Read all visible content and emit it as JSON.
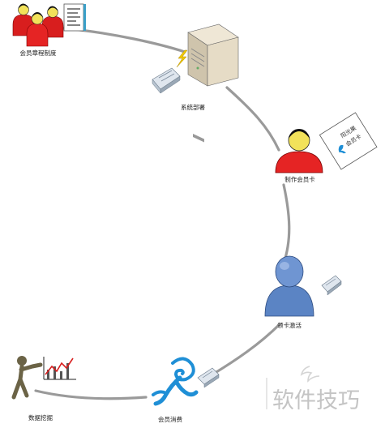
{
  "diagram": {
    "nodes": {
      "member_rules": {
        "label": "会员章程制度"
      },
      "system_deploy": {
        "label": "系统部署"
      },
      "make_card": {
        "label": "制作会员卡"
      },
      "collect_card": {
        "label": "领卡激活"
      },
      "member_spend": {
        "label": "会员消费"
      },
      "data_mining": {
        "label": "数据挖掘"
      }
    },
    "card": {
      "line1": "阳光果",
      "line2": "会员卡"
    },
    "colors": {
      "connector": "#999999",
      "person_red": "#e02020",
      "face_yellow": "#f2e25a",
      "person_blue": "#5b84c4",
      "spiral_blue": "#1f8fd6"
    }
  },
  "watermark": {
    "text": "软件技巧"
  }
}
